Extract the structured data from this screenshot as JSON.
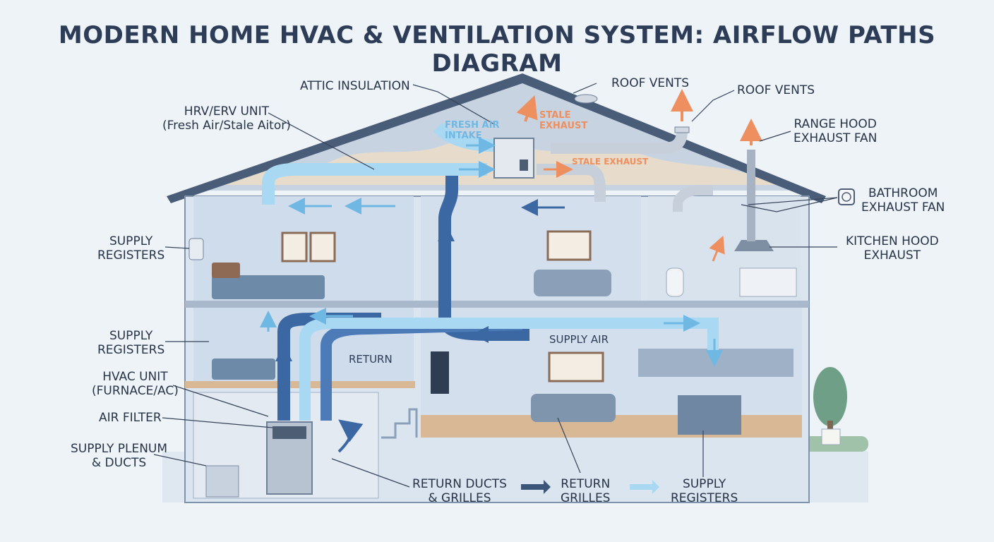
{
  "diagram": {
    "title": "MODERN HOME HVAC & VENTILATION SYSTEM: AIRFLOW PATHS DIAGRAM",
    "labels": {
      "attic_insulation": "ATTIC INSULATION",
      "roof_vents_1": "ROOF VENTS",
      "roof_vents_2": "ROOF VENTS",
      "hrv_line1": "HRV/ERV UNIT",
      "hrv_line2": "(Fresh Air/Stale Aitor)",
      "range_line1": "RANGE HOOD",
      "range_line2": "EXHAUST FAN",
      "bath_line1": "BATHROOM",
      "bath_line2": "EXHAUST FAN",
      "kitchen_line1": "KITCHEN HOOD",
      "kitchen_line2": "EXHAUST",
      "supply_reg_upper_1": "SUPPLY",
      "supply_reg_upper_2": "REGISTERS",
      "supply_reg_mid_1": "SUPPLY",
      "supply_reg_mid_2": "REGISTERS",
      "hvac_line1": "HVAC UNIT",
      "hvac_line2": "(FURNACE/AC)",
      "air_filter": "AIR FILTER",
      "plenum_line1": "SUPPLY PLENUM",
      "plenum_line2": "& DUCTS",
      "return_ducts_1": "RETURN DUCTS",
      "return_ducts_2": "& GRILLES",
      "return_grilles_1": "RETURN",
      "return_grilles_2": "GRILLES",
      "supply_registers_1": "SUPPLY",
      "supply_registers_2": "REGISTERS"
    },
    "tags": {
      "fresh_1": "FRESH AIR",
      "fresh_2": "INTAKE",
      "stale_1": "STALE",
      "stale_2": "EXHAUST",
      "stale_exhaust": "STALE EXHAUST",
      "return": "RETURN",
      "supply_air": "SUPPLY AIR"
    },
    "colors": {
      "supply_air": "#a9d8f2",
      "return_air": "#3b67a3",
      "exhaust_air": "#ee8f5f",
      "roof": "#495c78",
      "wall": "#d9e4ef"
    }
  }
}
